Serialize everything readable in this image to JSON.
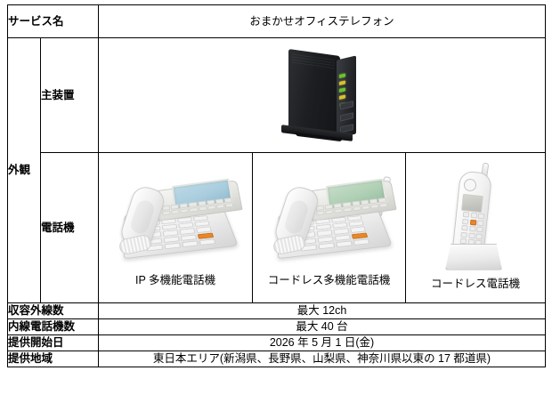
{
  "table": {
    "rows": {
      "service_name": {
        "label": "サービス名",
        "value": "おまかせオフィステレフォン"
      },
      "appearance": {
        "label": "外観",
        "main_unit": {
          "label": "主装置",
          "image_alt": "主装置本体"
        },
        "telephones": {
          "label": "電話機",
          "items": [
            {
              "caption": "IP 多機能電話機",
              "image_alt": "IP 多機能電話機本体"
            },
            {
              "caption": "コードレス多機能電話機",
              "image_alt": "コードレス多機能電話機本体"
            },
            {
              "caption": "コードレス電話機",
              "image_alt": "コードレス電話機本体"
            }
          ]
        }
      },
      "outside_lines": {
        "label": "収容外線数",
        "value": "最大 12ch"
      },
      "extensions": {
        "label": "内線電話機数",
        "value": "最大 40 台"
      },
      "start_date": {
        "label": "提供開始日",
        "value": "2026 年 5 月 1 日(金)"
      },
      "area": {
        "label": "提供地域",
        "value": "東日本エリア(新潟県、長野県、山梨県、神奈川県以東の 17 都道県)"
      }
    }
  },
  "colors": {
    "border": "#000000",
    "text": "#000000",
    "background": "#ffffff",
    "main_unit_body": "#1c1e21",
    "led_green": "#6fbf2a",
    "led_amber": "#d8c22a",
    "lcd_blue": "#a9cddd",
    "lcd_green": "#afd0b4",
    "phone_body": "#f0f0f0",
    "accent_key_orange": "#e8872a"
  }
}
